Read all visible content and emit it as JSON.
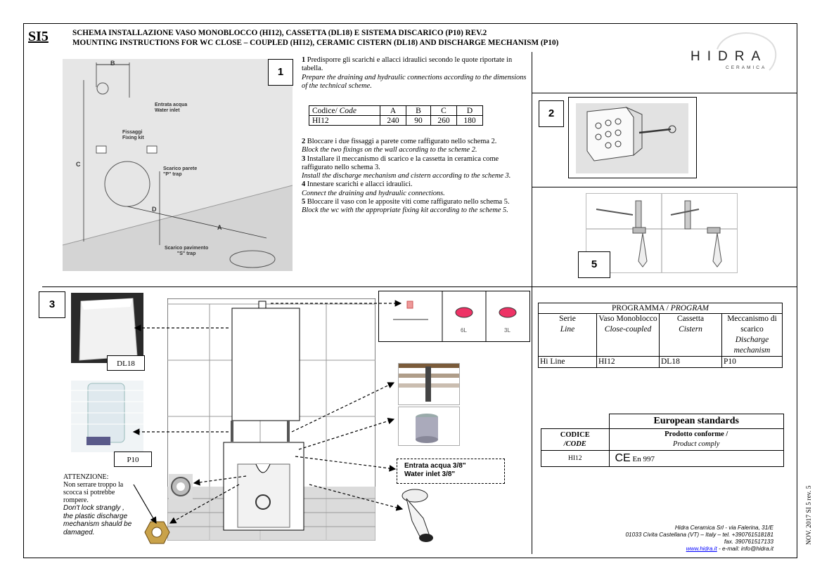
{
  "doc_code": "SI5",
  "title": {
    "line1": "SCHEMA INSTALLAZIONE VASO MONOBLOCCO (HI12), CASSETTA (DL18) E SISTEMA DISCARICO (P10) REV.2",
    "line2": "MOUNTING INSTRUCTIONS FOR WC CLOSE – COUPLED (HI12), CERAMIC CISTERN (DL18) AND DISCHARGE MECHANISM (P10)"
  },
  "logo": {
    "brand": "HIDRA",
    "sub": "CERAMICA"
  },
  "diagram1": {
    "step": "1",
    "labels": {
      "b": "B",
      "c": "C",
      "d": "D",
      "a": "A",
      "inlet_it": "Entrata acqua",
      "inlet_en": "Water inlet",
      "fix_it": "Fissaggi",
      "fix_en": "Fixing kit",
      "ptrap_it": "Scarico parete",
      "ptrap_en": "\"P\" trap",
      "strap_it": "Scarico pavimento",
      "strap_en": "\"S\" trap"
    }
  },
  "instructions": {
    "s1_num": "1",
    "s1_it": " Predisporre gli scarichi e allacci idraulici  secondo le quote riportate in tabella.",
    "s1_en": "Prepare the draining and hydraulic connections according to the dimensions of the technical scheme.",
    "table": {
      "header": [
        "Codice/ ",
        "Code",
        "A",
        "B",
        "C",
        "D"
      ],
      "row": [
        "HI12",
        "240",
        "90",
        "260",
        "180"
      ]
    },
    "s2_num": "2",
    "s2_it": " Bloccare i due fissaggi a parete come raffigurato nello schema 2.",
    "s2_en": "Block the two fixings on the wall according to the scheme 2.",
    "s3_num": "3",
    "s3_it": " Installare il meccanismo di scarico e la cassetta in ceramica come raffigurato nello schema 3.",
    "s3_en": "Install the discharge mechanism and cistern  according to the scheme 3.",
    "s4_num": "4",
    "s4_it": " Innestare scarichi e allacci idraulici.",
    "s4_en": "Connect the draining and hydraulic connections.",
    "s5_num": "5",
    "s5_it": " Bloccare il vaso con le apposite viti come raffigurato nello schema 5.",
    "s5_en": "Block the wc with the appropriate fixing kit according to the scheme 5."
  },
  "diagram2": {
    "step": "2"
  },
  "diagram5": {
    "step": "5"
  },
  "diagram3": {
    "step": "3",
    "cistern_label": "DL18",
    "mech_label": "P10",
    "flush_6": "6L",
    "flush_3": "3L",
    "inlet_it": "Entrata acqua 3/8\"",
    "inlet_en": "Water inlet 3/8\""
  },
  "warning": {
    "head": "ATTENZIONE:",
    "it": "Non serrare troppo la scocca si potrebbe rompere.",
    "en": "Don't lock strangly , the plastic discharge mechanism shauld be damaged."
  },
  "programma": {
    "title_it": "PROGRAMMA / ",
    "title_en": "PROGRAM",
    "h_serie": "Serie",
    "h_serie_en": "Line",
    "h_vaso": "Vaso Monoblocco",
    "h_vaso_en": "Close-coupled",
    "h_cassetta": "Cassetta",
    "h_cassetta_en": "Cistern",
    "h_mecc": "Meccanismo di scarico",
    "h_mecc_en": "Discharge mechanism",
    "row": [
      "Hi Line",
      "HI12",
      "DL18",
      "P10"
    ]
  },
  "european": {
    "title": "European standards",
    "codice": "CODICE",
    "code": "/CODE",
    "prodotto": "Prodotto conforme / ",
    "product": "Product comply",
    "code_value": "HI12",
    "ce": "CE",
    "norm": "En 997"
  },
  "address": {
    "line1": "Hidra Ceramica Srl - via Falerina, 31/E",
    "line2": "01033 Civita Castellana (VT) – Italy – tel. +390761518181",
    "line3": "fax. 390761517133",
    "web": "www.hidra.it",
    "email": " - e-mail: info@hidra.it"
  },
  "side_note": "NOV. 2017  SI  5 rev. 5"
}
